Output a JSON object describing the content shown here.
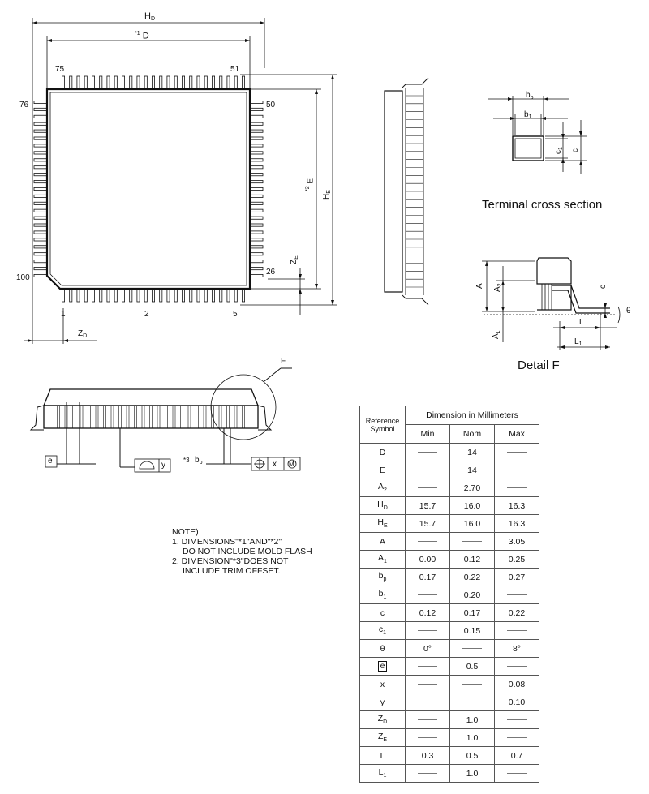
{
  "top_view": {
    "pin_numbers": {
      "p75": "75",
      "p51": "51",
      "p76": "76",
      "p50": "50",
      "p26": "26",
      "p100": "100",
      "p1": "1",
      "p2": "2",
      "p5": "5"
    },
    "dim_labels": {
      "hd": "H",
      "hd_sub": "D",
      "d_star": "*1",
      "d": "D",
      "e_star": "*2",
      "e": "E",
      "he": "H",
      "he_sub": "E",
      "ze": "Z",
      "ze_sub": "E",
      "zd": "Z",
      "zd_sub": "D"
    }
  },
  "terminal": {
    "bp": "b",
    "bp_sub": "p",
    "b1": "b",
    "b1_sub": "1",
    "c1": "c",
    "c1_sub": "1",
    "c": "c",
    "caption": "Terminal cross section"
  },
  "detail": {
    "a": "A",
    "a2": "A",
    "a2_sub": "2",
    "a1": "A",
    "a1_sub": "1",
    "c": "c",
    "theta": "θ",
    "l": "L",
    "l1": "L",
    "l1_sub": "1",
    "caption": "Detail F"
  },
  "side_view": {
    "f_label": "F",
    "e_box": "e",
    "y_label": "y",
    "star3": "*3",
    "bp": "b",
    "bp_sub": "p",
    "x_label": "x",
    "m_label": "M"
  },
  "note": {
    "title": "NOTE)",
    "lines": [
      "1. DIMENSIONS\"*1\"AND\"*2\"",
      "DO NOT INCLUDE MOLD FLASH",
      "2. DIMENSION\"*3\"DOES NOT",
      "INCLUDE TRIM OFFSET."
    ]
  },
  "table": {
    "header_ref": [
      "Reference",
      "Symbol"
    ],
    "header_group": "Dimension in Millimeters",
    "columns": [
      "Min",
      "Nom",
      "Max"
    ],
    "rows": [
      {
        "sym": "D",
        "sub": "",
        "min": "",
        "nom": "14",
        "max": ""
      },
      {
        "sym": "E",
        "sub": "",
        "min": "",
        "nom": "14",
        "max": ""
      },
      {
        "sym": "A",
        "sub": "2",
        "min": "",
        "nom": "2.70",
        "max": ""
      },
      {
        "sym": "H",
        "sub": "D",
        "min": "15.7",
        "nom": "16.0",
        "max": "16.3"
      },
      {
        "sym": "H",
        "sub": "E",
        "min": "15.7",
        "nom": "16.0",
        "max": "16.3"
      },
      {
        "sym": "A",
        "sub": "",
        "min": "",
        "nom": "",
        "max": "3.05"
      },
      {
        "sym": "A",
        "sub": "1",
        "min": "0.00",
        "nom": "0.12",
        "max": "0.25"
      },
      {
        "sym": "b",
        "sub": "p",
        "min": "0.17",
        "nom": "0.22",
        "max": "0.27"
      },
      {
        "sym": "b",
        "sub": "1",
        "min": "",
        "nom": "0.20",
        "max": ""
      },
      {
        "sym": "c",
        "sub": "",
        "min": "0.12",
        "nom": "0.17",
        "max": "0.22"
      },
      {
        "sym": "c",
        "sub": "1",
        "min": "",
        "nom": "0.15",
        "max": ""
      },
      {
        "sym": "θ",
        "sub": "",
        "min": "0°",
        "nom": "",
        "max": "8°"
      },
      {
        "sym": "e",
        "sub": "",
        "boxed": true,
        "min": "",
        "nom": "0.5",
        "max": ""
      },
      {
        "sym": "x",
        "sub": "",
        "min": "",
        "nom": "",
        "max": "0.08"
      },
      {
        "sym": "y",
        "sub": "",
        "min": "",
        "nom": "",
        "max": "0.10"
      },
      {
        "sym": "Z",
        "sub": "D",
        "min": "",
        "nom": "1.0",
        "max": ""
      },
      {
        "sym": "Z",
        "sub": "E",
        "min": "",
        "nom": "1.0",
        "max": ""
      },
      {
        "sym": "L",
        "sub": "",
        "min": "0.3",
        "nom": "0.5",
        "max": "0.7"
      },
      {
        "sym": "L",
        "sub": "1",
        "min": "",
        "nom": "1.0",
        "max": ""
      }
    ]
  }
}
